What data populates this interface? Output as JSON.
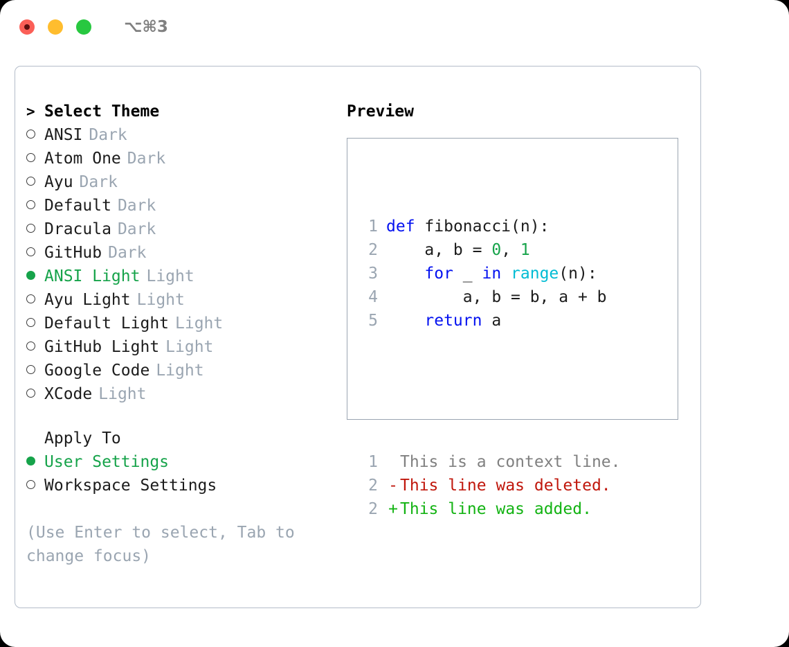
{
  "titlebar": {
    "shortcut": "⌥⌘3",
    "lights": [
      {
        "name": "close-button",
        "color": "#fb5f57"
      },
      {
        "name": "minimize-button",
        "color": "#ffbd2e"
      },
      {
        "name": "maximize-button",
        "color": "#28c840"
      }
    ]
  },
  "theme_picker": {
    "header_marker": ">",
    "header_label": "Select Theme",
    "items": [
      {
        "marker": "hollow",
        "name": "ANSI",
        "tag": "Dark",
        "selected": false
      },
      {
        "marker": "hollow",
        "name": "Atom One",
        "tag": "Dark",
        "selected": false
      },
      {
        "marker": "hollow",
        "name": "Ayu",
        "tag": "Dark",
        "selected": false
      },
      {
        "marker": "hollow",
        "name": "Default",
        "tag": "Dark",
        "selected": false
      },
      {
        "marker": "hollow",
        "name": "Dracula",
        "tag": "Dark",
        "selected": false
      },
      {
        "marker": "hollow",
        "name": "GitHub",
        "tag": "Dark",
        "selected": false
      },
      {
        "marker": "filled",
        "name": "ANSI Light",
        "tag": "Light",
        "selected": true
      },
      {
        "marker": "hollow",
        "name": "Ayu Light",
        "tag": "Light",
        "selected": false
      },
      {
        "marker": "hollow",
        "name": "Default Light",
        "tag": "Light",
        "selected": false
      },
      {
        "marker": "hollow",
        "name": "GitHub Light",
        "tag": "Light",
        "selected": false
      },
      {
        "marker": "hollow",
        "name": "Google Code",
        "tag": "Light",
        "selected": false
      },
      {
        "marker": "hollow",
        "name": "XCode",
        "tag": "Light",
        "selected": false
      }
    ]
  },
  "apply_to": {
    "title": "Apply To",
    "options": [
      {
        "marker": "filled",
        "label": "User Settings",
        "selected": true
      },
      {
        "marker": "hollow",
        "label": "Workspace Settings",
        "selected": false
      }
    ]
  },
  "hint": "(Use Enter to select, Tab to\nchange focus)",
  "preview": {
    "title": "Preview",
    "code_lines": [
      {
        "no": "1",
        "tokens": [
          {
            "t": "def",
            "c": "k"
          },
          {
            "t": " ",
            "c": "id"
          },
          {
            "t": "fibonacci(n):",
            "c": "id"
          }
        ]
      },
      {
        "no": "2",
        "tokens": [
          {
            "t": "    a, b = ",
            "c": "id"
          },
          {
            "t": "0",
            "c": "num"
          },
          {
            "t": ", ",
            "c": "id"
          },
          {
            "t": "1",
            "c": "num"
          }
        ]
      },
      {
        "no": "3",
        "tokens": [
          {
            "t": "    ",
            "c": "id"
          },
          {
            "t": "for",
            "c": "k"
          },
          {
            "t": " _ ",
            "c": "id"
          },
          {
            "t": "in",
            "c": "k"
          },
          {
            "t": " ",
            "c": "id"
          },
          {
            "t": "range",
            "c": "fn"
          },
          {
            "t": "(n):",
            "c": "id"
          }
        ]
      },
      {
        "no": "4",
        "tokens": [
          {
            "t": "        a, b = b, a + b",
            "c": "id"
          }
        ]
      },
      {
        "no": "5",
        "tokens": [
          {
            "t": "    ",
            "c": "id"
          },
          {
            "t": "return",
            "c": "k"
          },
          {
            "t": " a",
            "c": "id"
          }
        ]
      }
    ],
    "diff_lines": [
      {
        "no": "1",
        "mark": " ",
        "text": "This is a context line.",
        "cls": "ctx"
      },
      {
        "no": "2",
        "mark": "-",
        "text": "This line was deleted.",
        "cls": "del"
      },
      {
        "no": "2",
        "mark": "+",
        "text": "This line was added.",
        "cls": "add"
      }
    ]
  },
  "colors": {
    "accent_green": "#16a34a",
    "muted": "#9aa5b1",
    "keyword_blue": "#0412f0",
    "builtin_cyan": "#00bcd4",
    "diff_delete": "#c0170c",
    "diff_add": "#13b313",
    "panel_border": "#b3bcc9"
  }
}
